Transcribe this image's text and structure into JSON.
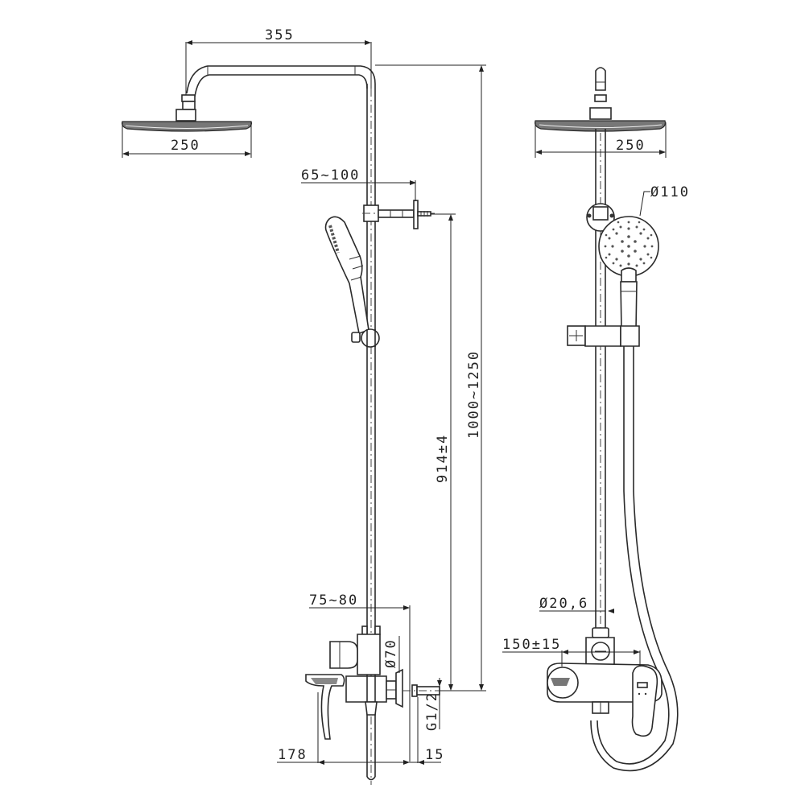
{
  "drawing": {
    "title": "Shower column technical drawing (side and front views)",
    "units": "mm",
    "line_color": "#2a2a2a",
    "background": "#ffffff"
  },
  "side_view": {
    "dimensions": {
      "arm_length": "355",
      "head_diameter": "250",
      "bracket_offset": "65~100",
      "total_height": "1000~1250",
      "bracket_to_inlet": "914±4",
      "mixer_depth": "75~80",
      "mixer_body_diameter": "Ø70",
      "inlet_thread": "G1/2",
      "spout_projection": "178",
      "inlet_length": "15"
    }
  },
  "front_view": {
    "dimensions": {
      "head_diameter": "250",
      "hand_shower_diameter": "Ø110",
      "riser_pipe_diameter": "Ø20,6",
      "inlet_centres": "150±15"
    }
  }
}
